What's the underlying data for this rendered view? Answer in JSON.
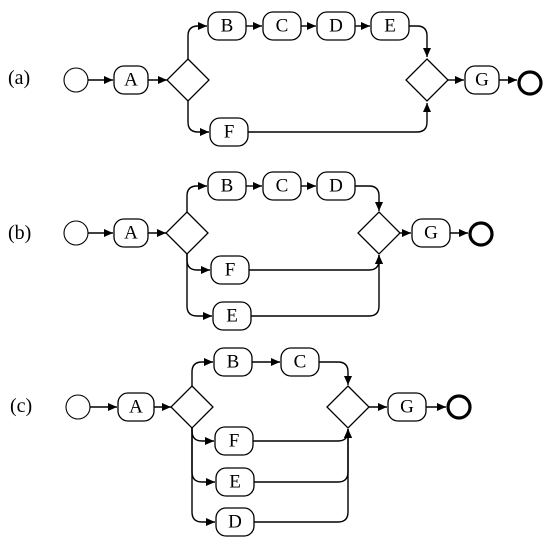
{
  "diagrams": [
    {
      "label": "(a)",
      "tasks": [
        "A",
        "B",
        "C",
        "D",
        "E",
        "F",
        "G"
      ]
    },
    {
      "label": "(b)",
      "tasks": [
        "A",
        "B",
        "C",
        "D",
        "F",
        "E",
        "G"
      ]
    },
    {
      "label": "(c)",
      "tasks": [
        "A",
        "B",
        "C",
        "F",
        "E",
        "D",
        "G"
      ]
    }
  ]
}
